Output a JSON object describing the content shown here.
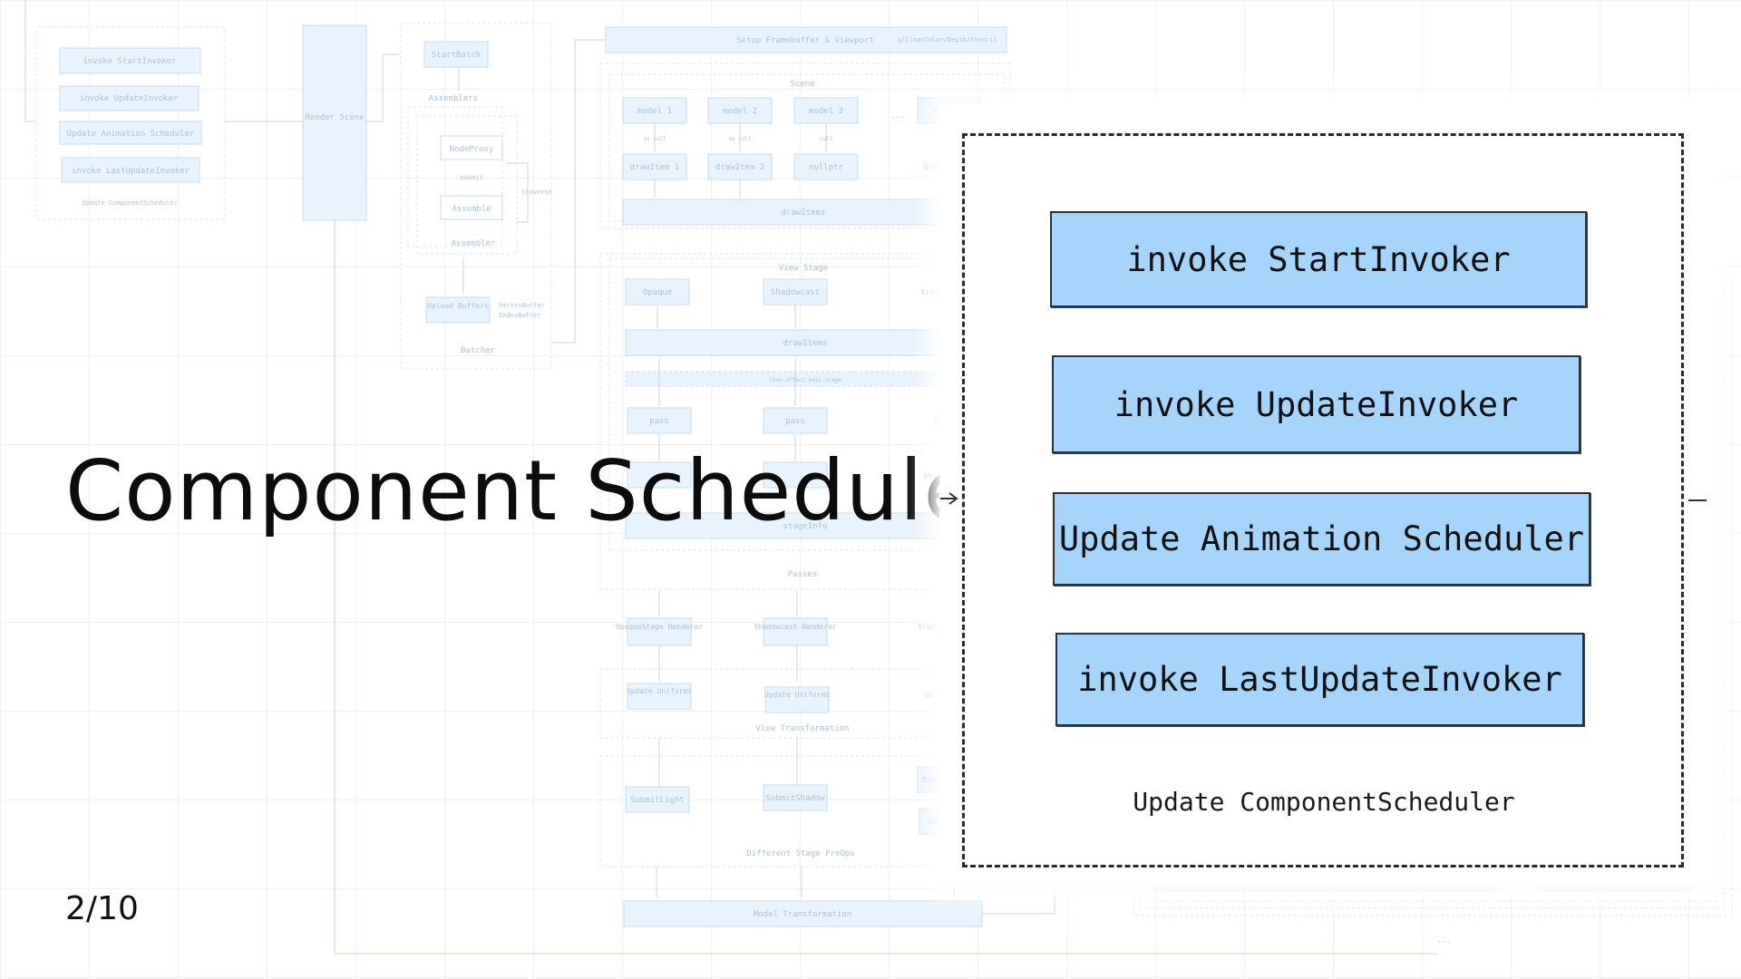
{
  "title": "Component Scheduler",
  "page_counter": "2/10",
  "zoom": {
    "steps": [
      "invoke StartInvoker",
      "invoke UpdateInvoker",
      "Update Animation Scheduler",
      "invoke LastUpdateInvoker"
    ],
    "group_label": "Update ComponentScheduler"
  },
  "background": {
    "scheduler": {
      "items": [
        "invoke StartInvoker",
        "invoke UpdateInvoker",
        "Update Animation Scheduler",
        "invoke LastUpdateInvoker"
      ],
      "label": "Update ComponentScheduler"
    },
    "render_scene": "Render Scene",
    "batcher": {
      "start": "StartBatch",
      "assemblers": "Assemblers",
      "node_proxy": "NodeProxy",
      "submit": "submit",
      "assemble": "Assemble",
      "traverse": "traverse",
      "assembler": "Assembler",
      "upload_buffers": "Upload Buffers",
      "vertex_buffer": "VertexBuffer",
      "index_buffer": "IndexBuffer",
      "label": "Batcher"
    },
    "setup": "Setup Framebuffer & Viewport",
    "gl_clear": "glClearColor/Depth/Stencil",
    "scene": {
      "label": "Scene",
      "models": [
        "model 1",
        "model 2",
        "model 3",
        "mo"
      ],
      "ellipsis": "...",
      "cull": [
        "no cull",
        "no cull",
        "cull"
      ],
      "items": [
        "drawItem 1",
        "drawItem 2",
        "nullptr",
        "dra"
      ],
      "draw_items": "drawItems"
    },
    "view_stage": {
      "label": "View Stage",
      "stages": [
        "Opaque",
        "Shadowcast",
        "tran"
      ],
      "draw_items": "drawItems",
      "effect_note": "item.effect.pass.stage",
      "passes": [
        "pass",
        "pass",
        "p"
      ],
      "stage_boxes": [
        "stag"
      ],
      "stage_info": "stageInfo",
      "label_passes": "Passes"
    },
    "renderers": [
      "OpaqueStage Renderer",
      "Shadowcast Renderer",
      "Tran Ren"
    ],
    "uniforms": [
      "Update Uniforms",
      "Update Uniforms",
      "Up Un"
    ],
    "view_transformation": "View Transformation",
    "submits": [
      "SubmitLight",
      "SubmitShadow",
      "Subm",
      "Ca"
    ],
    "different_stage": "Different Stage PreOps",
    "model_transformation": "Model Transformation",
    "tail_dots": "..."
  }
}
